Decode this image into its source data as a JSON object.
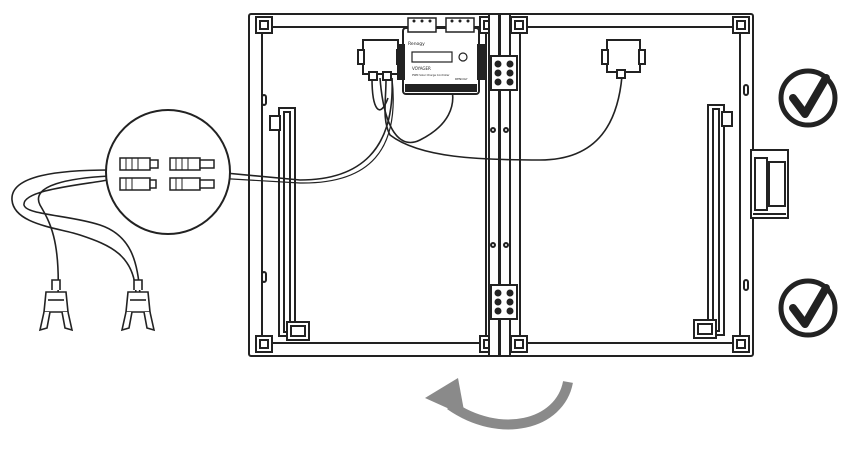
{
  "controller": {
    "brand": "Renogy",
    "model": "VOYAGER",
    "subtitle": "PWM Solar Charge Controller",
    "footer": "RENOGY"
  },
  "icons": {
    "check_top": "check-circle-icon",
    "check_bottom": "check-circle-icon",
    "fold_arrow": "curved-arrow-icon"
  },
  "colors": {
    "line": "#222222",
    "arrow": "#8a8a8a",
    "background": "#ffffff"
  }
}
